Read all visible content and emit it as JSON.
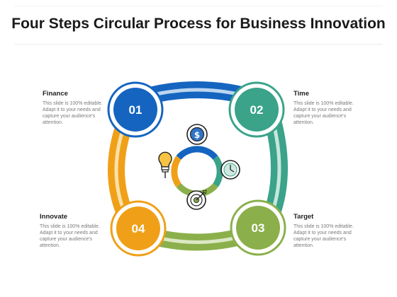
{
  "title": "Four Steps Circular Process for Business Innovation",
  "colors": {
    "blue": "#1565c0",
    "teal": "#3aa38a",
    "green": "#8bb04b",
    "orange": "#f0a018"
  },
  "steps": [
    {
      "number": "01",
      "title": "Finance",
      "text": "This slide is 100% editable. Adapt it to your needs and capture your audience's attention.",
      "icon": "dollar-coin-icon"
    },
    {
      "number": "02",
      "title": "Time",
      "text": "This slide is 100% editable. Adapt it to your needs and capture your audience's attention.",
      "icon": "clock-icon"
    },
    {
      "number": "03",
      "title": "Target",
      "text": "This slide is 100% editable. Adapt it to your needs and capture your audience's attention.",
      "icon": "target-icon"
    },
    {
      "number": "04",
      "title": "Innovate",
      "text": "This slide is 100% editable. Adapt it to your needs and capture your audience's attention.",
      "icon": "lightbulb-icon"
    }
  ]
}
